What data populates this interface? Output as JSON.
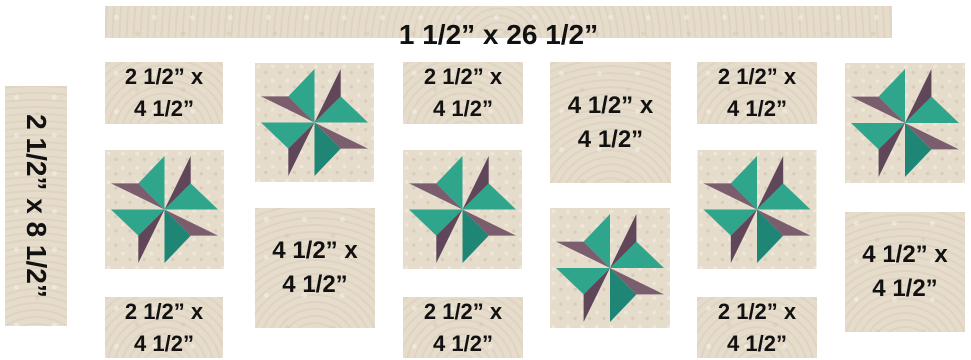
{
  "top_strip": {
    "label": "1 1/2” x 26 1/2”"
  },
  "side_strip": {
    "label": "2 1/2” x 8 1/2”"
  },
  "pieces": {
    "c1_top": "2 1/2” x\n4 1/2”",
    "c1_bottom": "2 1/2” x\n4 1/2”",
    "c2_bottom": "4 1/2” x\n4 1/2”",
    "c3_top": "2 1/2” x\n4 1/2”",
    "c3_bottom": "2 1/2” x\n4 1/2”",
    "c4_top": "4 1/2” x\n4 1/2”",
    "c5_top": "2 1/2” x\n4 1/2”",
    "c5_bottom": "2 1/2” x\n4 1/2”",
    "c6_bottom": "4 1/2” x\n4 1/2”"
  },
  "colors": {
    "background_fabric": "#e6dccb",
    "teal": "#2fa58c",
    "teal_dark": "#1f8574",
    "purple": "#7a5e6e",
    "purple_dark": "#5f4658"
  },
  "pinwheel_blocks": [
    "pinwheel-block-c1",
    "pinwheel-block-c2",
    "pinwheel-block-c3",
    "pinwheel-block-c4",
    "pinwheel-block-c5",
    "pinwheel-block-c6"
  ]
}
